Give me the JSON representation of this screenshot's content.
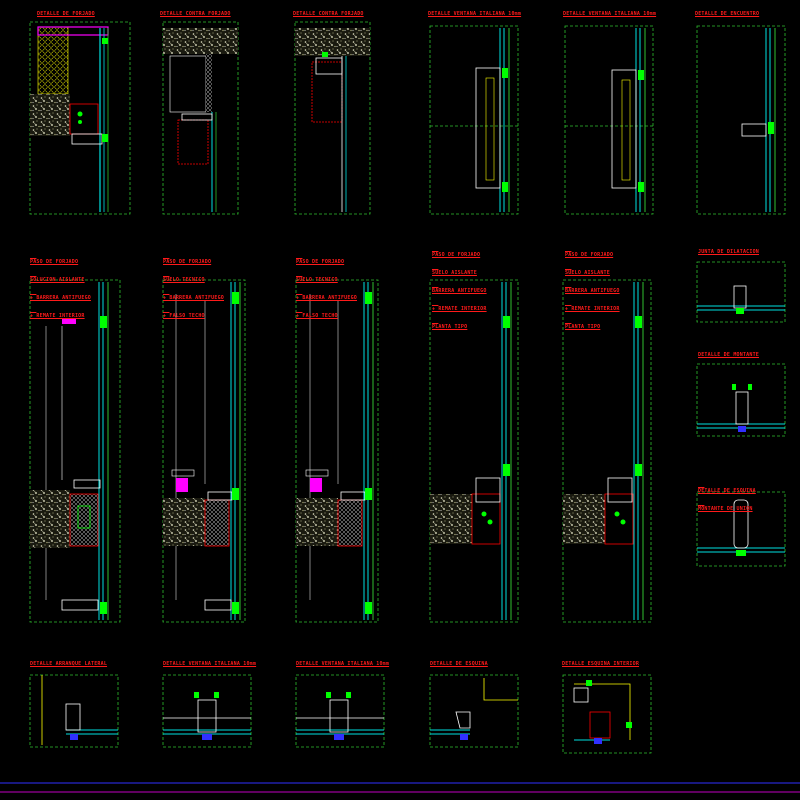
{
  "drawing": {
    "background": "#000000",
    "colors": {
      "frame": "#2fbf2f",
      "glass": "#00e0e0",
      "slab": "#f0f0f0",
      "title": "#ff1a1a",
      "mullion": "#ffffff",
      "accent_magenta": "#ff00ff",
      "accent_yellow": "#ffff00",
      "accent_blue": "#3030ff",
      "gasket_green": "#00ff00",
      "section_red": "#ff0000",
      "dimension": "#e8e8e8"
    }
  },
  "titles": {
    "row1": [
      "DETALLE DE FORJADO",
      "DETALLE CONTRA FORJADO",
      "DETALLE CONTRA FORJADO",
      "DETALLE VENTANA ITALIANA 10mm",
      "DETALLE VENTANA ITALIANA 10mm",
      "DETALLE DE ENCUENTRO"
    ],
    "row2": [
      [
        "PASO DE FORJADO",
        "SOLUCION AISLANTE",
        "+ BARRERA ANTIFUEGO",
        "+ REMATE INTERIOR"
      ],
      [
        "PASO DE FORJADO",
        "SUELO TECNICO",
        "+ BARRERA ANTIFUEGO",
        "+ FALSO TECHO"
      ],
      [
        "PASO DE FORJADO",
        "SUELO TECNICO",
        "+ BARRERA ANTIFUEGO",
        "+ FALSO TECHO"
      ],
      [
        "PASO DE FORJADO",
        "SUELO AISLANTE",
        "BARRERA ANTIFUEGO",
        "+ REMATE INTERIOR",
        "PLANTA TIPO"
      ],
      [
        "PASO DE FORJADO",
        "SUELO AISLANTE",
        "BARRERA ANTIFUEGO",
        "+ REMATE INTERIOR",
        "PLANTA TIPO"
      ]
    ],
    "side": [
      "JUNTA DE DILATACION",
      "DETALLE DE MONTANTE",
      [
        "DETALLE DE ESQUINA",
        "MONTANTE DE UNION"
      ]
    ],
    "row3": [
      "DETALLE ARRANQUE LATERAL",
      "DETALLE VENTANA ITALIANA 10mm",
      "DETALLE VENTANA ITALIANA 10mm",
      "DETALLE DE ESQUINA",
      "DETALLE ESQUINA INTERIOR"
    ]
  }
}
